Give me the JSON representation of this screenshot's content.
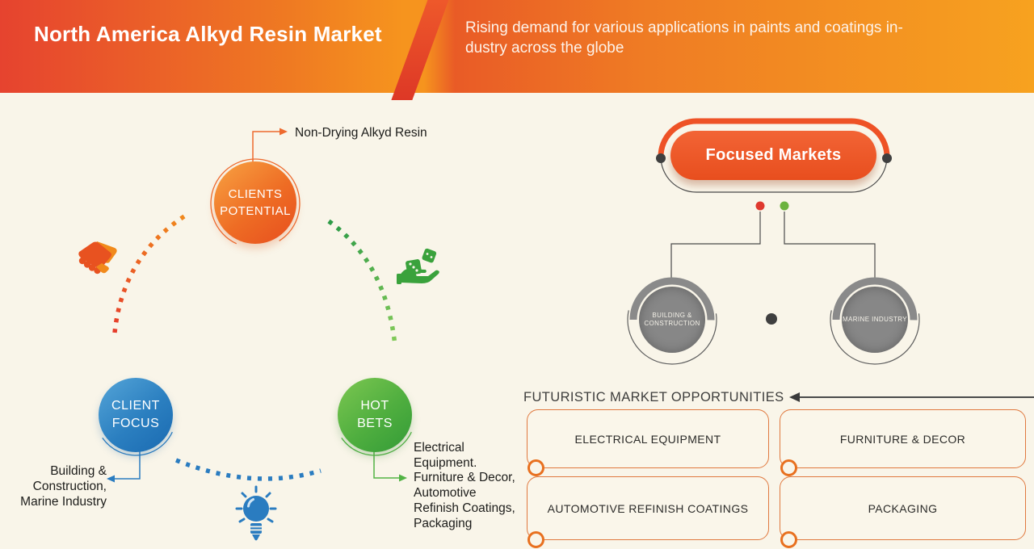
{
  "header": {
    "title": "North America Alkyd Resin Market",
    "subtitle_line1": "Rising demand for various applications in paints and coatings in-",
    "subtitle_line2": "dustry across the globe"
  },
  "diagram": {
    "clients_potential": {
      "label_line1": "CLIENTS",
      "label_line2": "POTENTIAL",
      "callout": "Non-Drying Alkyd Resin"
    },
    "client_focus": {
      "label_line1": "CLIENT",
      "label_line2": "FOCUS",
      "callout_lines": [
        "Building &",
        "Construction,",
        "Marine Industry"
      ]
    },
    "hot_bets": {
      "label_line1": "HOT",
      "label_line2": "BETS",
      "callout_lines": [
        "Electrical",
        "Equipment.",
        "Furniture & Decor,",
        "Automotive",
        "Refinish Coatings,",
        "Packaging"
      ]
    },
    "icons": [
      "handshake-icon",
      "dice-hand-icon",
      "lightbulb-icon"
    ]
  },
  "focused_markets": {
    "title": "Focused Markets",
    "nodes": [
      {
        "line1": "BUILDING &",
        "line2": "CONSTRUCTION"
      },
      {
        "line1": "MARINE INDUSTRY"
      }
    ]
  },
  "opportunities": {
    "heading": "FUTURISTIC MARKET OPPORTUNITIES",
    "items": [
      "ELECTRICAL EQUIPMENT",
      "FURNITURE & DECOR",
      "AUTOMOTIVE REFINISH COATINGS",
      "PACKAGING"
    ]
  },
  "colors": {
    "background": "#f9f5e9",
    "header_red": "#e6432f",
    "header_orange": "#f7a21f",
    "accent_orange": "#ee5226",
    "accent_blue": "#2a7cc0",
    "accent_green": "#4aab3c",
    "node_gray": "#878787",
    "box_border": "#e0793f",
    "text_dark": "#1c1c1a"
  }
}
